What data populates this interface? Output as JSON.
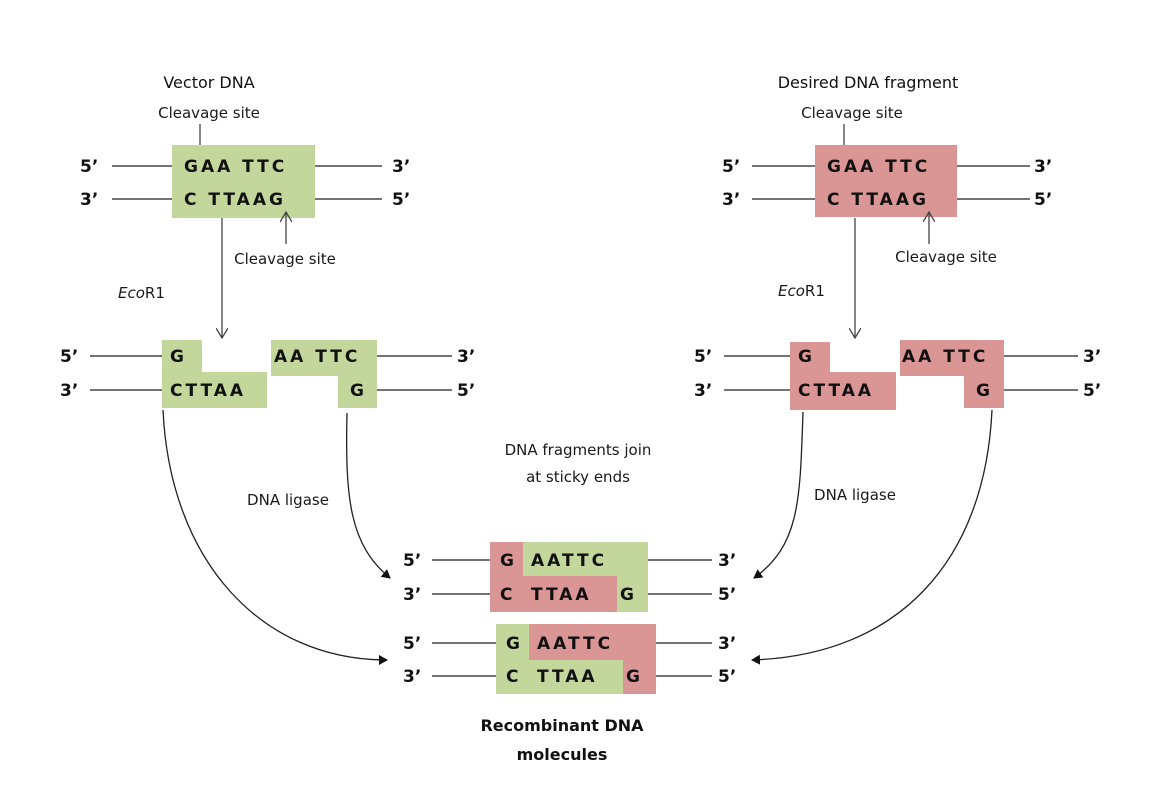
{
  "colors": {
    "vector": "#c3d69b",
    "insert": "#da9694",
    "text": "#111111"
  },
  "labels": {
    "vector_title": "Vector DNA",
    "insert_title": "Desired DNA fragment",
    "cleavage_site": "Cleavage site",
    "enzyme_italic": "Eco",
    "enzyme_rest": "R1",
    "ligase": "DNA ligase",
    "join_line1": "DNA fragments join",
    "join_line2": "at sticky ends",
    "result_line1": "Recombinant DNA",
    "result_line2": "molecules"
  },
  "ends": {
    "five": "5’",
    "three": "3’"
  },
  "sequences": {
    "top": "GAA TTC",
    "bottom": "C TTAAG",
    "cut_left_top": "G",
    "cut_left_bottom": "CTTAA",
    "cut_right_top": "AA TTC",
    "cut_right_bottom": "G",
    "rec_top_left": "G",
    "rec_top_right": "AATTC",
    "rec_bottom_left": "C",
    "rec_bottom_mid": "TTAA",
    "rec_bottom_right": "G"
  }
}
